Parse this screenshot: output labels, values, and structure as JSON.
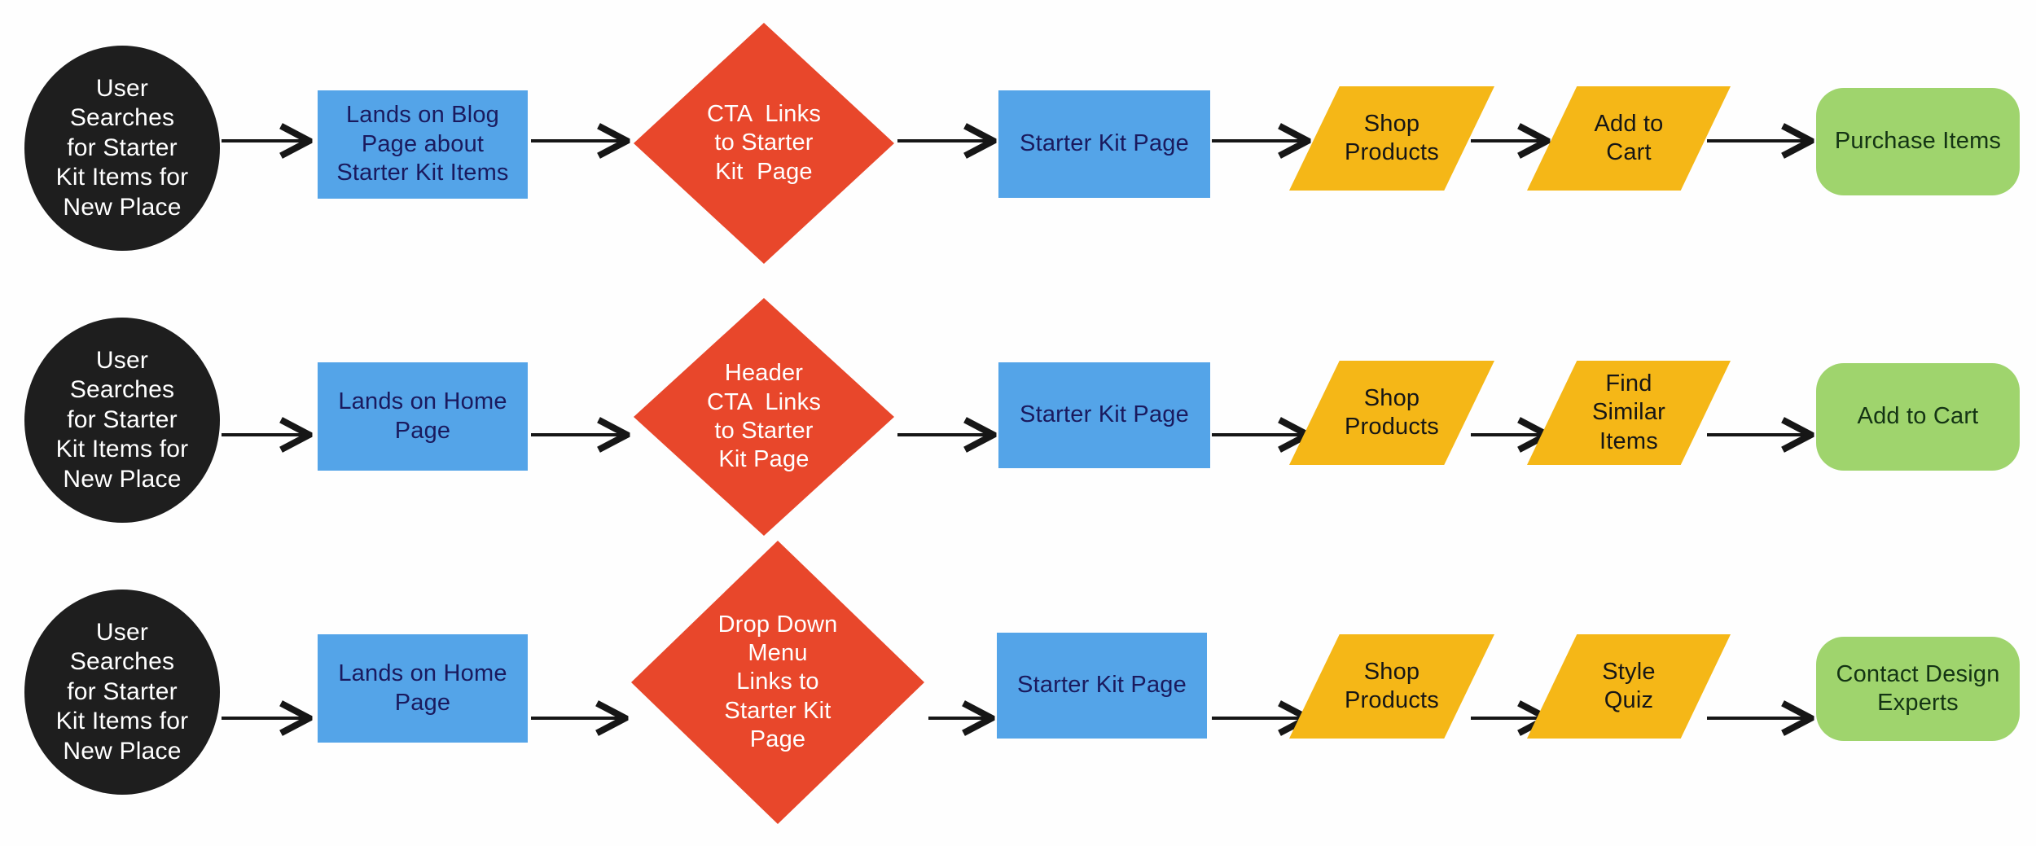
{
  "title": "Starter Kit user journey flowchart",
  "colors": {
    "background": "#fefefe",
    "ellipse_fill": "#1e1e1e",
    "ellipse_text": "#ffffff",
    "rect_fill": "#54a4e8",
    "rect_text": "#1a1a5e",
    "diamond_fill": "#e8472b",
    "diamond_text": "#ffffff",
    "parallelogram_fill": "#f5b717",
    "parallelogram_text": "#161616",
    "terminal_fill": "#9fd46d",
    "terminal_text": "#143414",
    "arrow": "#161616"
  },
  "rows": [
    {
      "start": "User\nSearches\nfor Starter\nKit Items for\nNew Place",
      "landing": "Lands on Blog\nPage about\nStarter Kit Items",
      "decision": "CTA  Links\nto Starter\nKit  Page",
      "page": "Starter Kit Page",
      "action1": "Shop\nProducts",
      "action2": "Add to\nCart",
      "outcome": "Purchase Items"
    },
    {
      "start": "User\nSearches\nfor Starter\nKit Items for\nNew Place",
      "landing": "Lands on Home\nPage",
      "decision": "Header\nCTA  Links\nto Starter\nKit Page",
      "page": "Starter Kit Page",
      "action1": "Shop\nProducts",
      "action2": "Find\nSimilar\nItems",
      "outcome": "Add to Cart"
    },
    {
      "start": "User\nSearches\nfor Starter\nKit Items for\nNew Place",
      "landing": "Lands on Home\nPage",
      "decision": "Drop Down\nMenu\nLinks to\nStarter Kit\nPage",
      "page": "Starter Kit Page",
      "action1": "Shop\nProducts",
      "action2": "Style\nQuiz",
      "outcome": "Contact Design\nExperts"
    }
  ]
}
